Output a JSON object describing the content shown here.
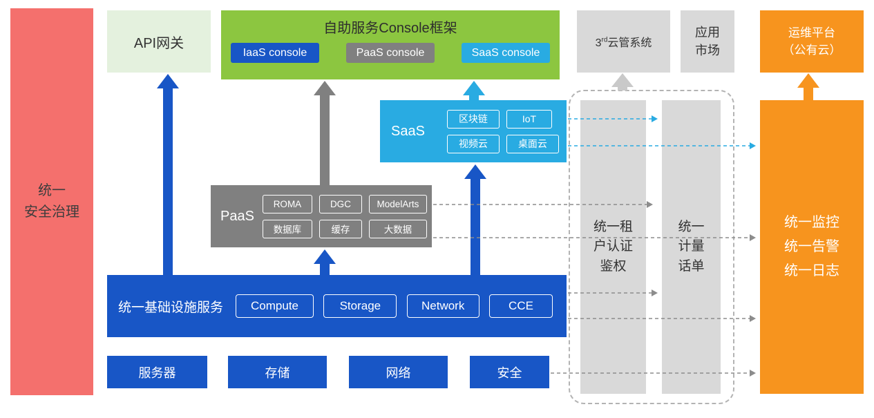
{
  "colors": {
    "blue": "#1856c6",
    "cyan": "#29abe2",
    "green": "#8cc640",
    "light_green": "#e4f1de",
    "gray": "#808080",
    "light_gray": "#d9d9d9",
    "orange": "#f7941e",
    "red": "#f4706d"
  },
  "security_bar": {
    "label": "统一\n安全治理"
  },
  "api_gateway": {
    "label": "API网关"
  },
  "console": {
    "title": "自助服务Console框架",
    "items": [
      "IaaS console",
      "PaaS console",
      "SaaS console"
    ]
  },
  "third_party_cms": {
    "prefix": "3",
    "sup": "rd",
    "suffix": "云管系统"
  },
  "app_market": {
    "label": "应用\n市场"
  },
  "ops_platform": {
    "label": "运维平台\n（公有云）"
  },
  "saas": {
    "label": "SaaS",
    "services": [
      "区块链",
      "IoT",
      "视频云",
      "桌面云"
    ]
  },
  "paas": {
    "label": "PaaS",
    "services": [
      "ROMA",
      "DGC",
      "ModelArts",
      "数据库",
      "缓存",
      "大数据"
    ]
  },
  "infra": {
    "label": "统一基础设施服务",
    "services": [
      "Compute",
      "Storage",
      "Network",
      "CCE"
    ]
  },
  "hardware": [
    "服务器",
    "存储",
    "网络",
    "安全"
  ],
  "auth_bar": {
    "label": "统一租\n户认证\n鉴权"
  },
  "metering_bar": {
    "label": "统一\n计量\n话单"
  },
  "monitoring_bar": {
    "label": "统一监控\n统一告警\n统一日志"
  }
}
